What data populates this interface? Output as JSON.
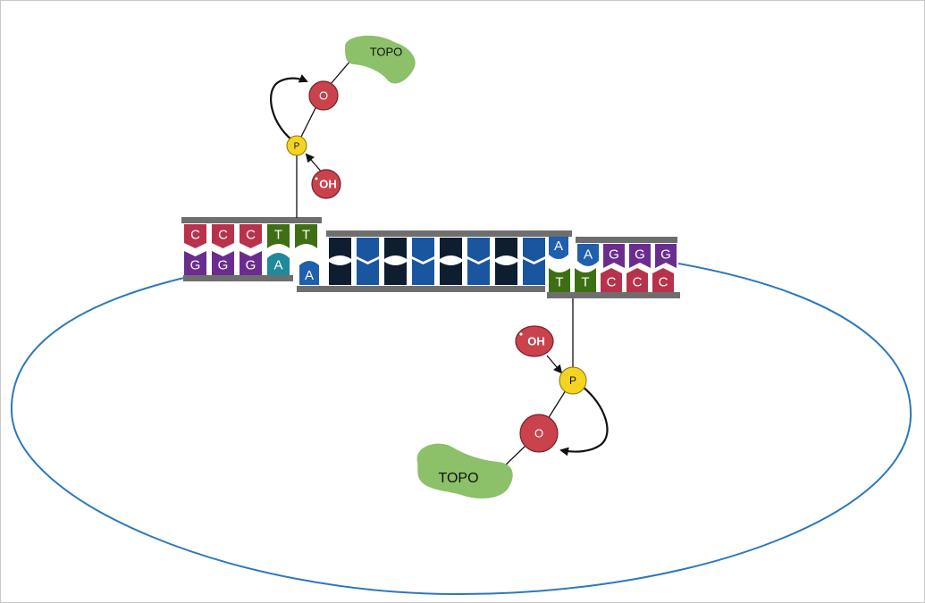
{
  "colors": {
    "C": "#b8324b",
    "G": "#6a2d8f",
    "T": "#3f6f14",
    "A_left": "#1f8a99",
    "A": "#1f5fae",
    "backbone": "#6e6e6e",
    "insert_dark": "#0e1e30",
    "insert_blue": "#1a55a0",
    "plasmid": "#2d78be",
    "oxygen": "#c9424c",
    "phosphate": "#f5d321",
    "topo": "#8cc069"
  },
  "left_end": {
    "top_strand": [
      "C",
      "C",
      "C",
      "T",
      "T"
    ],
    "bottom_strand": [
      "G",
      "G",
      "G",
      "A"
    ]
  },
  "insert": {
    "left_overhang": "A",
    "right_overhang": "A"
  },
  "right_end": {
    "top_strand": [
      "A",
      "G",
      "G",
      "G"
    ],
    "bottom_strand": [
      "T",
      "T",
      "C",
      "C",
      "C"
    ]
  },
  "top_complex": {
    "oxygen": "O",
    "phosphate": "P",
    "hydroxyl": "OH",
    "enzyme": "TOPO"
  },
  "bottom_complex": {
    "oxygen": "O",
    "phosphate": "P",
    "hydroxyl": "OH",
    "enzyme": "TOPO"
  }
}
